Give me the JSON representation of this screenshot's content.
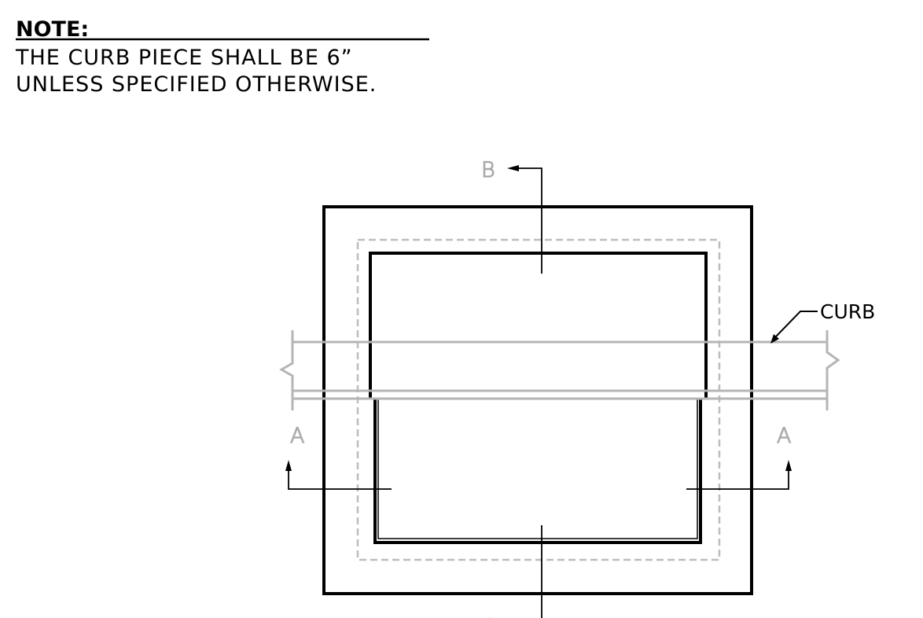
{
  "note": {
    "title": "NOTE:",
    "line1": "THE CURB PIECE SHALL BE 6”",
    "line2": "UNLESS SPECIFIED OTHERWISE."
  },
  "labels": {
    "curb": "CURB",
    "section_a_left": "A",
    "section_a_right": "A",
    "section_b_top": "B",
    "section_b_bottom": "B"
  },
  "colors": {
    "heavy_line": "#000000",
    "light_line": "#b5b5b5",
    "hidden_line": "#bdbdbd"
  }
}
